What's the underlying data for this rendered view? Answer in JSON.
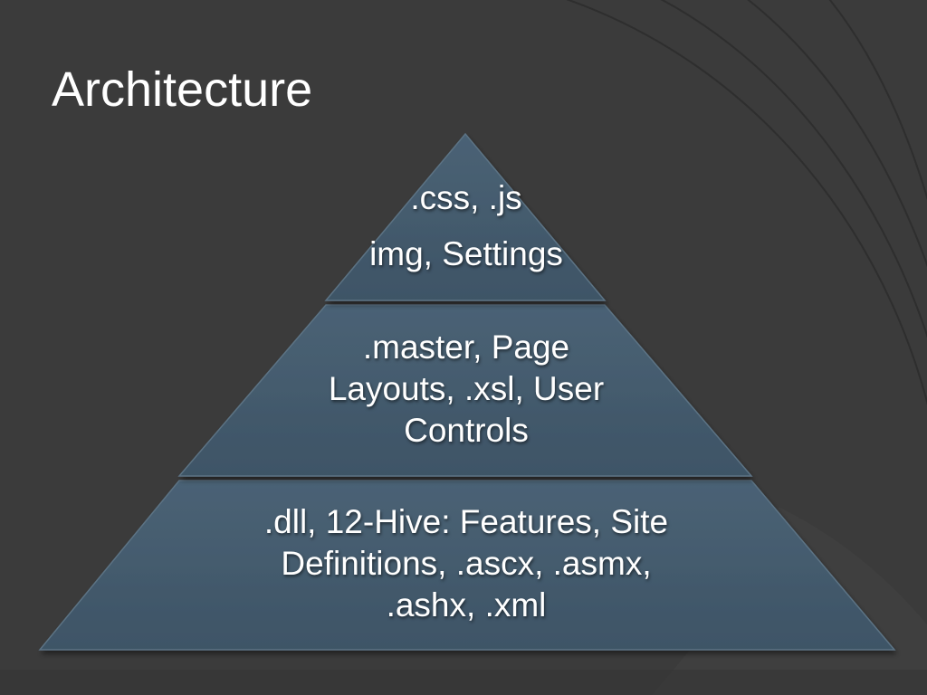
{
  "slide": {
    "title": "Architecture"
  },
  "pyramid": {
    "tiers": [
      {
        "lines": [
          ".css, .js",
          "img, Settings"
        ]
      },
      {
        "lines": [
          ".master, Page",
          "Layouts, .xsl, User",
          "Controls"
        ]
      },
      {
        "lines": [
          ".dll, 12-Hive: Features, Site",
          "Definitions, .ascx, .asmx,",
          ".ashx, .xml"
        ]
      }
    ]
  },
  "colors": {
    "background": "#3a3a3a",
    "tier_fill": "#3f5568",
    "tier_fill_light": "#4a6275",
    "title_text": "#ffffff"
  }
}
